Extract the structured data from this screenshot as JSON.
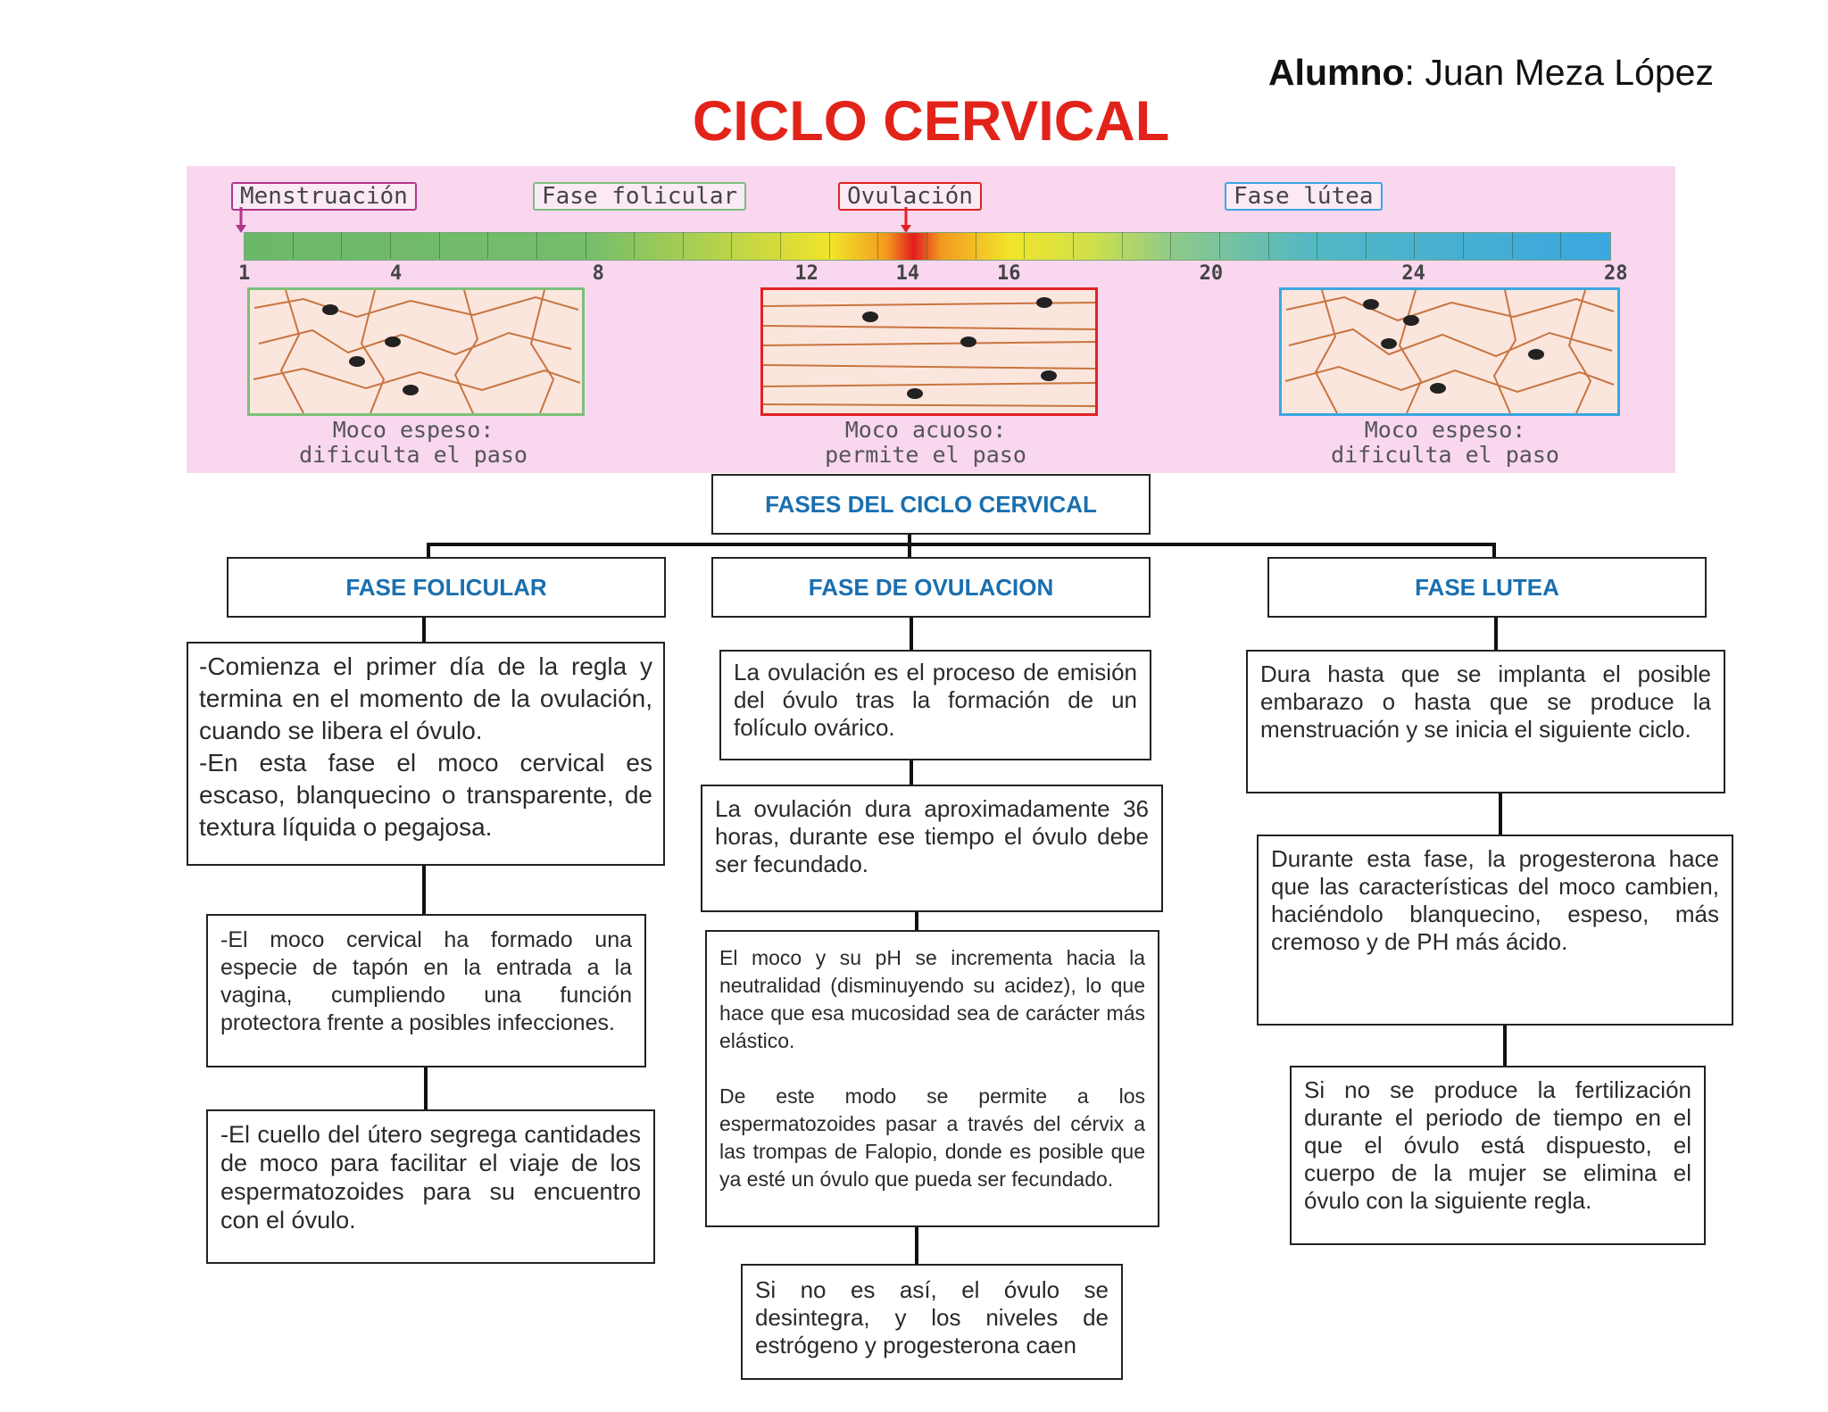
{
  "header": {
    "student_label": "Alumno",
    "student_name": ": Juan Meza López",
    "title": "CICLO CERVICAL"
  },
  "illustration": {
    "phases": [
      "Menstruación",
      "Fase folicular",
      "Ovulación",
      "Fase lútea"
    ],
    "days": [
      "1",
      "4",
      "8",
      "12",
      "14",
      "16",
      "20",
      "24",
      "28"
    ],
    "captions": [
      {
        "line1": "Moco espeso:",
        "line2": "dificulta el paso"
      },
      {
        "line1": "Moco acuoso:",
        "line2": "permite el paso"
      },
      {
        "line1": "Moco espeso:",
        "line2": "dificulta el paso"
      }
    ],
    "colors": {
      "menstruation": "#b0368a",
      "follicular": "#7cc07a",
      "ovulation": "#e22222",
      "luteal": "#3aa7e0"
    }
  },
  "map": {
    "root": "FASES DEL CICLO CERVICAL",
    "folicular": {
      "title": "FASE FOLICULAR",
      "items": [
        "-Comienza el primer día de la regla y termina en el momento de la ovulación, cuando se libera el óvulo.\n-En esta fase el moco cervical es escaso, blanquecino o transparente, de textura líquida o pegajosa.",
        "-El moco cervical ha formado una especie de tapón en la entrada a la vagina, cumpliendo una función protectora frente a posibles infecciones.",
        "-El cuello del útero segrega cantidades de moco para facilitar el viaje de los espermatozoides para su encuentro con el óvulo."
      ]
    },
    "ovulacion": {
      "title": "FASE DE OVULACION",
      "items": [
        "La ovulación es el proceso de emisión del óvulo tras la formación de un folículo ovárico.",
        "La ovulación dura aproximadamente 36 horas, durante ese tiempo el óvulo debe ser fecundado.",
        "El moco y su pH se incrementa hacia la neutralidad (disminuyendo su acidez), lo que hace que esa mucosidad sea de carácter más elástico.\n\nDe este modo se permite a los espermatozoides pasar a través del cérvix a las trompas de Falopio, donde es posible que ya esté un óvulo que pueda ser fecundado.",
        "Si no es así, el óvulo se desintegra, y los niveles de estrógeno y progesterona caen"
      ]
    },
    "lutea": {
      "title": "FASE LUTEA",
      "items": [
        "Dura hasta que se implanta el posible embarazo o hasta que se produce la menstruación y se inicia el siguiente ciclo.",
        "Durante esta fase, la progesterona hace que las características del moco cambien, haciéndolo blanquecino, espeso, más cremoso y de PH más ácido.",
        "Si no se produce la fertilización durante el periodo de tiempo en el que el óvulo está dispuesto, el cuerpo de la mujer se elimina el óvulo con la siguiente regla."
      ]
    }
  }
}
